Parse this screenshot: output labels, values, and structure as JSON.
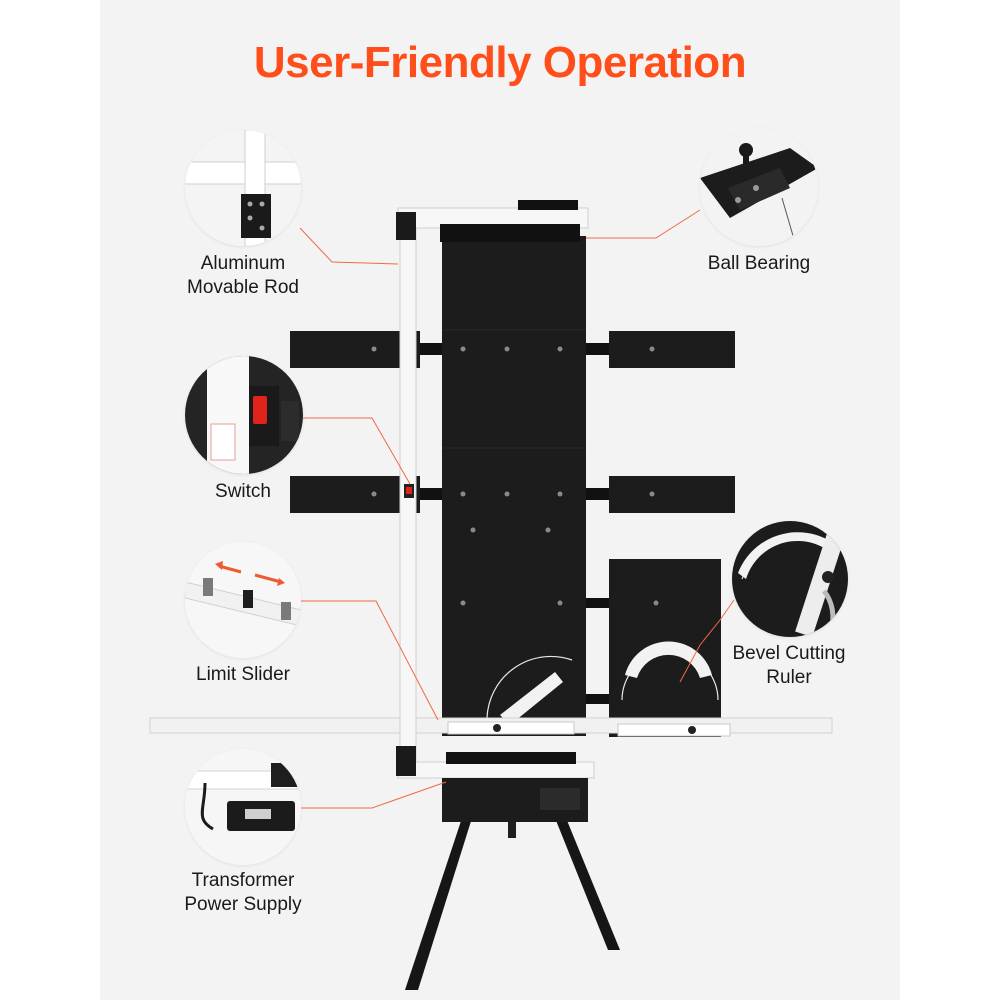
{
  "headline": "User-Friendly Operation",
  "colors": {
    "accent": "#ff4e1a",
    "machine_body": "#1c1c1c",
    "rail": "#f4f4f4",
    "background": "#f3f3f3"
  },
  "callouts": {
    "aluminum_rod": {
      "line1": "Aluminum",
      "line2": "Movable Rod",
      "icon": "aluminum-rod-closeup"
    },
    "switch": {
      "line1": "Switch",
      "icon": "red-switch-closeup"
    },
    "limit_slider": {
      "line1": "Limit Slider",
      "icon": "limit-slider-closeup"
    },
    "transformer": {
      "line1": "Transformer",
      "line2": "Power Supply",
      "icon": "power-adapter-closeup"
    },
    "ball_bearing": {
      "line1": "Ball Bearing",
      "icon": "ball-bearing-closeup"
    },
    "bevel_ruler": {
      "line1": "Bevel Cutting",
      "line2": "Ruler",
      "icon": "bevel-ruler-closeup"
    }
  }
}
